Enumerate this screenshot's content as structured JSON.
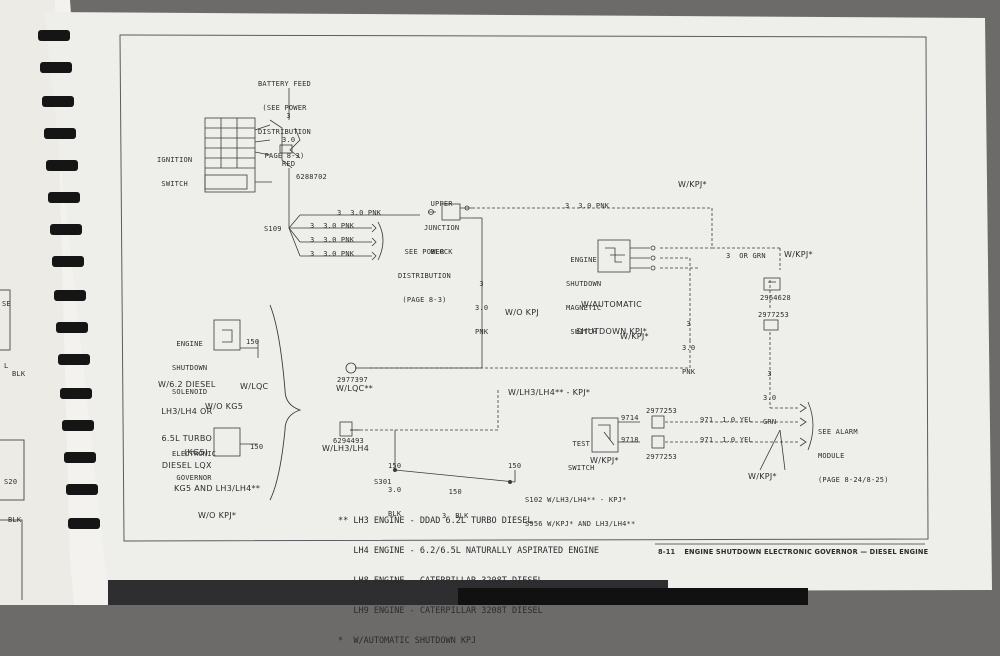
{
  "colors": {
    "paper": "#eeeeea",
    "ink": "#3a3a3d",
    "binding": "#1a1a1a",
    "background": "#6d6b69"
  },
  "footer": {
    "page": "8-11",
    "title": "ENGINE SHUTDOWN ELECTRONIC GOVERNOR — DIESEL ENGINE"
  },
  "labels": {
    "battery_feed": [
      "BATTERY FEED",
      "(SEE POWER",
      "DISTRIBUTION",
      "PAGE 8-3)"
    ],
    "ignition_switch": [
      "IGNITION",
      "SWITCH"
    ],
    "ign_wire": [
      "3",
      "3.0",
      "RED"
    ],
    "ign_part": "6288702",
    "s109": "S109",
    "feed_wires": [
      "3  3.0 PNK",
      "3  3.0 PNK",
      "3  3.0 PNK",
      "3  3.0 PNK"
    ],
    "see_power": [
      "SEE POWER",
      "DISTRIBUTION",
      "(PAGE 8-3)"
    ],
    "upper_junction": [
      "UPPER",
      "JUNCTION",
      "BLOCK"
    ],
    "top_wire": "3  3.0 PNK",
    "wkpj_top": "W/KPJ*",
    "wkpj_right": "W/KPJ*",
    "wkpj_mid": "W/KPJ*",
    "wkpj_bottom": "W/KPJ*",
    "wkpj_bottom_right": "W/KPJ*",
    "magnetic_switch": [
      "ENGINE",
      "SHUTDOWN",
      "MAGNETIC",
      "SWITCH"
    ],
    "auto_shutdown": [
      "W/AUTOMATIC",
      "SHUTDOWN KPJ*"
    ],
    "or_wire": "3  OR GRN",
    "conn_right_part": "2964628",
    "conn_right2_part": "2977253",
    "vert_wire_mid": [
      "3",
      "3.0",
      "PNK"
    ],
    "vert_wire_right": [
      "3",
      "3.0",
      "GRN"
    ],
    "pnk_vertical": [
      "3",
      "3.0",
      "PNK"
    ],
    "wo_kpj": "W/O KPJ",
    "engine_sol": [
      "ENGINE",
      "SHUTDOWN",
      "SOLENOID"
    ],
    "ws_diesel": [
      "W/6.2 DIESEL",
      "LH3/LH4 OR",
      "6.5L TURBO",
      "DIESEL LQX"
    ],
    "wlqc_side": "W/LQC",
    "wo_kg5": "W/O KG5",
    "kg5_box": [
      "ELECTRONIC",
      "GOVERNOR"
    ],
    "kg5": "(KG5)",
    "kg5_note": [
      "KG5 AND LH3/LH4**",
      "W/O KPJ*"
    ],
    "c150": "150",
    "wlqc": "W/LQC**",
    "part_2977397": "2977397",
    "wlh3_top": "W/LH3/LH4** - KPJ*",
    "wlh3": "W/LH3/LH4",
    "part_6294493": "6294493",
    "wire_150_blk": [
      "150",
      "3.0",
      "BLK"
    ],
    "s301": "S301",
    "wire_150_bottom": [
      "150",
      "3  BLK"
    ],
    "s102_notes": [
      "S102 W/LH3/LH4** - KPJ*",
      "S956 W/KPJ* AND LH3/LH4**"
    ],
    "test_switch": [
      "TEST",
      "SWITCH"
    ],
    "sw_pins": [
      "9714",
      "9718"
    ],
    "lamp_parts": [
      "2977253",
      "2977253"
    ],
    "yel_wires": [
      "971  1.0 YEL",
      "971  1.0 YEL"
    ],
    "see_alarm": [
      "SEE ALARM",
      "MODULE",
      "(PAGE 8-24/8-25)"
    ],
    "notes": [
      "** LH3 ENGINE - DDAD 6.2L TURBO DIESEL",
      "   LH4 ENGINE - 6.2/6.5L NATURALLY ASPIRATED ENGINE",
      "   LH8 ENGINE - CATERPILLAR 3208T DIESEL",
      "   LH9 ENGINE - CATERPILLAR 3208T DIESEL",
      "*  W/AUTOMATIC SHUTDOWN KPJ"
    ],
    "left_tabs": [
      "SE",
      "L",
      "BLK",
      "S20",
      "BLK"
    ]
  }
}
